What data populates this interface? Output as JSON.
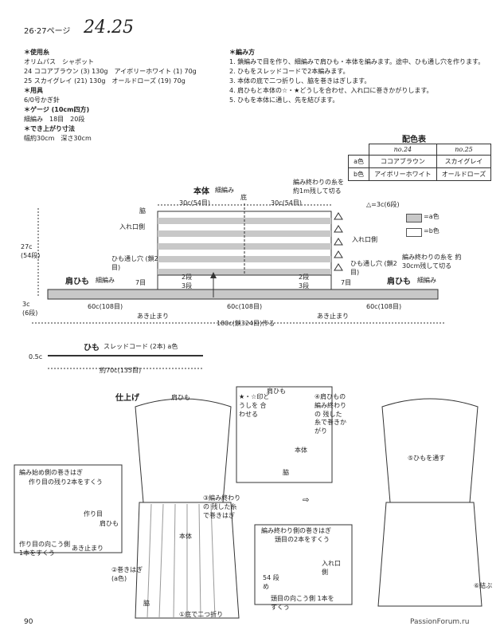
{
  "header": {
    "pages": "26·27ページ",
    "numbers": "24.25"
  },
  "materials": {
    "yarn_h": "＊使用糸",
    "yarn_brand": "オリムパス　シャポット",
    "line24": "24  ココアブラウン (3) 130g　アイボリーホワイト (1) 70g",
    "line25": "25  スカイグレイ (21) 130g　オールドローズ (19) 70g",
    "tools_h": "＊用具",
    "tools": "6/0号かぎ針",
    "gauge_h": "＊ゲージ (10cm四方)",
    "gauge": "細編み　18目　20段",
    "size_h": "＊でき上がり寸法",
    "size": "幅約30cm　深さ30cm"
  },
  "method": {
    "title": "＊編み方",
    "steps": [
      "1. 鎖編みで目を作り、細編みで肩ひも・本体を編みます。途中、ひも通し穴を作ります。",
      "2. ひもをスレッドコードで2本編みます。",
      "3. 本体の底で二つ折りし、脇を巻きはぎします。",
      "4. 肩ひもと本体の☆・★どうしを合わせ、入れ口に巻きかがりします。",
      "5. ひもを本体に通し、先を結びます。"
    ]
  },
  "color_table": {
    "title": "配色表",
    "h24": "no.24",
    "h25": "no.25",
    "rows": [
      {
        "key": "a色",
        "c24": "ココアブラウン",
        "c25": "スカイグレイ"
      },
      {
        "key": "b色",
        "c24": "アイボリーホワイト",
        "c25": "オールドローズ"
      }
    ]
  },
  "legend": {
    "a": "=a色",
    "b": "=b色",
    "tri": "△=3c(6段)"
  },
  "diagram": {
    "body": "本体",
    "sc": "細編み",
    "bottom": "底",
    "top_l": "30c(54目)",
    "top_r": "30c(54目)",
    "end_note": "編み終わりの糸を 約1m残して切る",
    "side": "脇",
    "opening_l": "入れ口側",
    "opening_r": "入れ口側",
    "height": "27c (54段)",
    "hole_l": "ひも通し穴 (鎖2目)",
    "hole_r": "ひも通し穴 (鎖2目)",
    "strap": "肩ひも",
    "strap_sc": "細編み",
    "strap_note": "編み終わりの糸を 約30cm残して切る",
    "r7": "7目",
    "r2": "2段",
    "r3": "3段",
    "seg_l": "60c(108目)",
    "seg_m": "60c(108目)",
    "seg_r": "60c(108目)",
    "ast": "あき止まり",
    "total": "180c(鎖324目)作る",
    "side_h": "3c (6段)"
  },
  "cord": {
    "title": "ひも",
    "desc": "スレッドコード (2本) a色",
    "w": "0.5c",
    "len": "約70c(135目)"
  },
  "finish": {
    "title": "仕上げ",
    "strap": "肩ひも",
    "ast": "あき止まり",
    "body": "本体",
    "side": "脇",
    "fold": "①底で二つ折り",
    "s2": "②巻きはぎ (a色)",
    "s3": "③編み終わりの 残した糸で巻きはぎ",
    "s4": "④肩ひもの編み終わりの 残した糸で巻きかがり",
    "match": "★・☆印どうしを 合わせる",
    "s5": "⑤ひもを通す",
    "s6": "⑥結ぶ",
    "start_box_h": "編み始め側の巻きはぎ",
    "start_box_1": "作り目の残り2本をすくう",
    "start_box_2": "作り目",
    "start_box_3": "肩ひも",
    "start_box_4": "作り目の向こう側 1本をすくう",
    "end_box_h": "編み終わり側の巻きはぎ",
    "end_box_1": "頭目の2本をすくう",
    "end_box_2": "54 段め",
    "end_box_3": "頭目の向こう側 1本をすくう",
    "end_box_4": "入れ口側"
  },
  "footer": {
    "page": "90",
    "site": "PassionForum.ru"
  },
  "colors": {
    "a": "#c8c8c8",
    "b": "#ffffff",
    "ink": "#222222"
  }
}
